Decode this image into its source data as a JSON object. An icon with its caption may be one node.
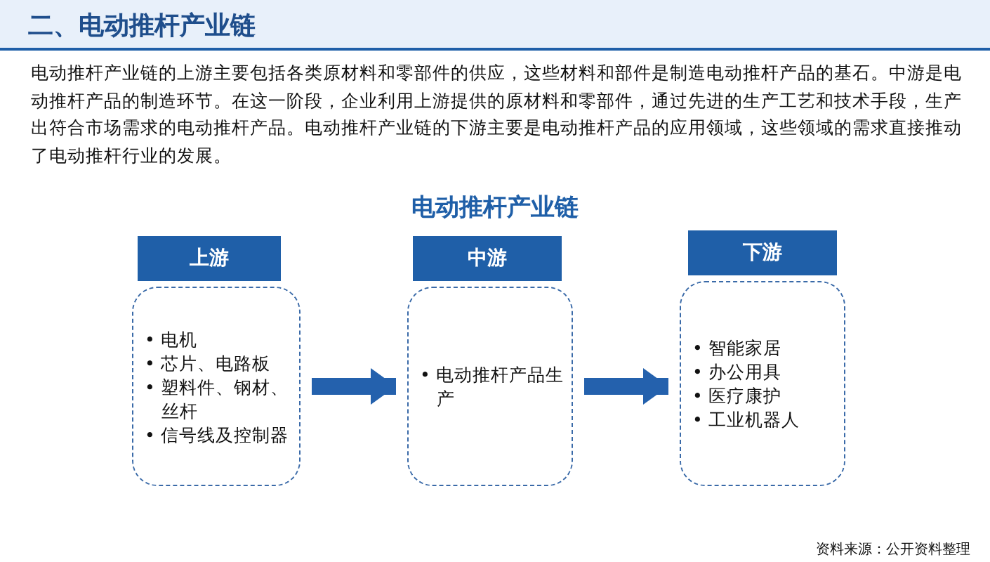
{
  "diagram": {
    "title": "二、电动推杆产业链",
    "nodes": [
      {
        "text": [
          "上游"
        ]
      },
      {
        "text": [
          "• 电机",
          "• 芯片、电路板",
          "• 塑料件、钢材、丝杆",
          "• 信号线及控制器"
        ]
      },
      {
        "text": [
          "中游"
        ]
      },
      {
        "text": [
          "• 电动推杆产品生产"
        ]
      },
      {
        "text": [
          "下游"
        ]
      },
      {
        "text": [
          "• 智能家居",
          "• 办公用具",
          "• 医疗康护",
          "• 工业机器人"
        ]
      }
    ],
    "edges": [
      {
        "from": 1,
        "to": 3,
        "arrow": "to"
      },
      {
        "from": 3,
        "to": 5,
        "arrow": "to"
      }
    ],
    "labels": [
      "电动推杆产业链的上游主要包括各类原材料和零部件的供应，这些材料和部件是制造电动推杆产品的基石。中游是电动推杆产品的制造环节。在这一阶段，企业利用上游提供的原材料和零部件，通过先进的生产工艺和技术手段，生产出符合市场需求的电动推杆产品。电动推杆产业链的下游主要是电动推杆产品的应用领域，这些领域的需求直接推动了电动推杆行业的发展。",
      "电动推杆产业链",
      "资料来源：公开资料整理"
    ]
  }
}
